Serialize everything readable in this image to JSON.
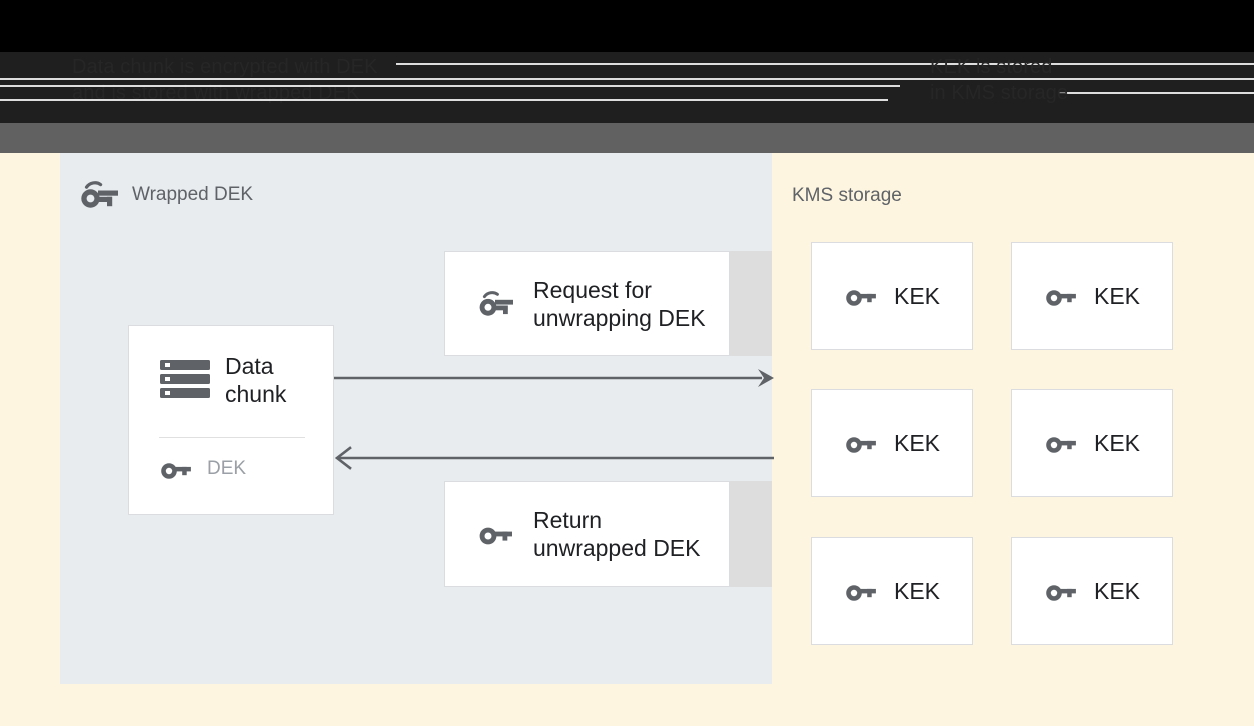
{
  "caption": {
    "left_text": "Data chunk is encrypted with DEK\nand is stored with wrapped DEK",
    "right_text": "KEK is stored\nin KMS storage"
  },
  "left_panel": {
    "label": "Wrapped DEK",
    "icon": "wrapped-key-icon",
    "background_color": "#e8ecef"
  },
  "right_panel": {
    "label": "KMS storage",
    "background_color": "#fdf5e0"
  },
  "cards": {
    "request": {
      "text": "Request for\nunwrapping DEK",
      "icon": "wrapped-key-icon"
    },
    "return": {
      "text": "Return\nunwrapped DEK",
      "icon": "key-icon"
    },
    "data_chunk": {
      "title": "Data\nchunk",
      "icon": "server-icon",
      "dek_label": "DEK",
      "dek_icon": "key-icon"
    }
  },
  "arrows": {
    "outgoing": "arrow-right-filled",
    "incoming": "arrow-left-open"
  },
  "kek_boxes": [
    {
      "label": "KEK",
      "icon": "key-icon"
    },
    {
      "label": "KEK",
      "icon": "key-icon"
    },
    {
      "label": "KEK",
      "icon": "key-icon"
    },
    {
      "label": "KEK",
      "icon": "key-icon"
    },
    {
      "label": "KEK",
      "icon": "key-icon"
    },
    {
      "label": "KEK",
      "icon": "key-icon"
    }
  ],
  "colors": {
    "panel_blue_gray": "#e8ecef",
    "panel_cream": "#fdf5e0",
    "card_white": "#ffffff",
    "card_border": "#dadce0",
    "icon_gray": "#5f6368",
    "text_dark": "#202124",
    "text_muted": "#9aa0a6",
    "band_gray": "#616161"
  }
}
